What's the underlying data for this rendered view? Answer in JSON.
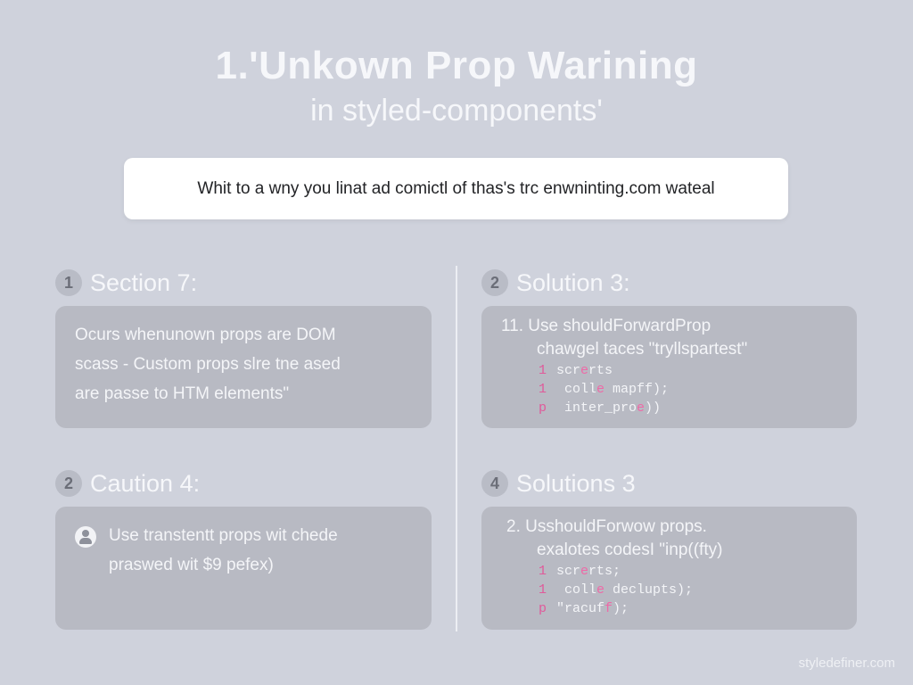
{
  "header": {
    "title": "1.'Unkown Prop Warining",
    "subtitle": "in styled-components'"
  },
  "banner": {
    "text": "Whit to a wny you linat ad comictl of thas's trc enwninting.com wateal"
  },
  "sections": [
    {
      "number": "1",
      "title": "Section 7:",
      "lines": [
        "Ocurs whenunown props are DOM",
        "scass - Custom props slre tne ased",
        "are passe to HTM elements\""
      ]
    },
    {
      "number": "2",
      "title": "Solution 3:",
      "heading": "11.  Use shouldForwardProp",
      "subheading": "chawgel taces  \"tryllspartest\"",
      "code": [
        {
          "ln": "1",
          "pre": "scr",
          "pink": "e",
          "post": "rts"
        },
        {
          "ln": "1",
          "pre": "  coll",
          "pink": "e",
          "post": " mapff);"
        },
        {
          "ln": "p",
          "pre": "  inter_pro",
          "pink": "e",
          "post": "))"
        }
      ]
    },
    {
      "number": "2",
      "title": "Caution 4:",
      "lines": [
        "Use transtentt props wit chede",
        "praswed wit $9 pefex)"
      ]
    },
    {
      "number": "4",
      "title": "Solutions 3",
      "heading": "2.   UsshouldForwow props.",
      "subheading": "exalotes codesI  \"inp((fty)",
      "code": [
        {
          "ln": "1",
          "pre": "scr",
          "pink": "e",
          "post": "rts;"
        },
        {
          "ln": "1",
          "pre": "  coll",
          "pink": "e",
          "post": " declupts);"
        },
        {
          "ln": "p",
          "pre": "\"racuf",
          "pink": "f",
          "post": ");"
        }
      ]
    }
  ],
  "footer": {
    "watermark": "styledefiner.com"
  }
}
